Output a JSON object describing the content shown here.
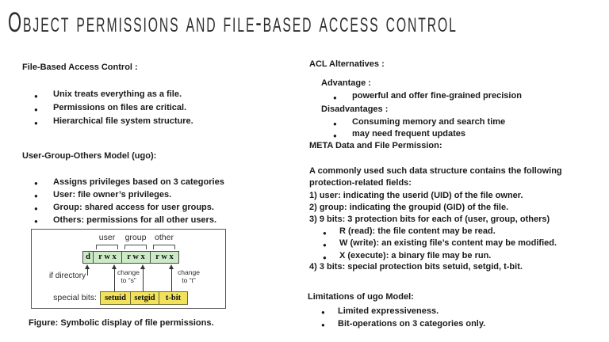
{
  "title": "Object permissions and file-based access control",
  "colors": {
    "background": "#ffffff",
    "text": "#1a1a1a",
    "title_text": "#2e2e2e",
    "figure_cell_green": "#cdeac6",
    "figure_cell_yellow": "#f1e15b",
    "figure_border": "#555555",
    "figure_cell_border": "#4a4a4a",
    "figure_yellow_border": "#6b6b2d"
  },
  "left": {
    "section1": {
      "heading": "File-Based Access Control :",
      "bullets": [
        "Unix treats everything as a file.",
        "Permissions on files are critical.",
        "Hierarchical file system structure."
      ]
    },
    "section2": {
      "heading": "User-Group-Others Model (ugo):",
      "bullets": [
        "Assigns privileges based on 3 categories",
        "User: file owner’s privileges.",
        "Group: shared access for user groups.",
        "Others: permissions for all other users."
      ]
    },
    "figure": {
      "group_labels": [
        "user",
        "group",
        "other"
      ],
      "dir_cell": "d",
      "perm_cells": [
        "r w x",
        "r w x",
        "r w x"
      ],
      "if_directory_label": "if directory",
      "change_s_label": {
        "line1": "change",
        "line2": "to “s”"
      },
      "change_t_label": {
        "line1": "change",
        "line2": "to “t”"
      },
      "special_bits_label": "special bits:",
      "special_bits": [
        "setuid",
        "setgid",
        "t-bit"
      ]
    },
    "caption": "Figure: Symbolic display of file permissions."
  },
  "right": {
    "acl": {
      "heading": "ACL Alternatives :",
      "advantage_label": "Advantage :",
      "advantage_bullets": [
        "powerful and offer fine-grained precision"
      ],
      "disadvantages_label": "Disadvantages :",
      "disadvantage_bullets": [
        "Consuming memory and search time",
        "may need frequent updates"
      ]
    },
    "meta": {
      "heading": "META Data and File Permission:",
      "lines": [
        "A commonly used such data structure contains the following",
        "protection-related fields:",
        "1) user: indicating the userid (UID) of the file owner.",
        "2) group: indicating the groupid (GID) of the file.",
        "3) 9 bits: 3 protection bits for each of (user, group, others)"
      ],
      "rwx_bullets": [
        "R (read): the file content may be read.",
        "W (write): an existing file’s content may be modified.",
        "X (execute): a binary file may be run."
      ],
      "line_4bits": "4) 3 bits: special protection bits setuid, setgid, t-bit."
    },
    "limitations": {
      "heading": "Limitations of ugo Model:",
      "bullets": [
        "Limited expressiveness.",
        "Bit-operations on 3 categories only."
      ]
    }
  }
}
